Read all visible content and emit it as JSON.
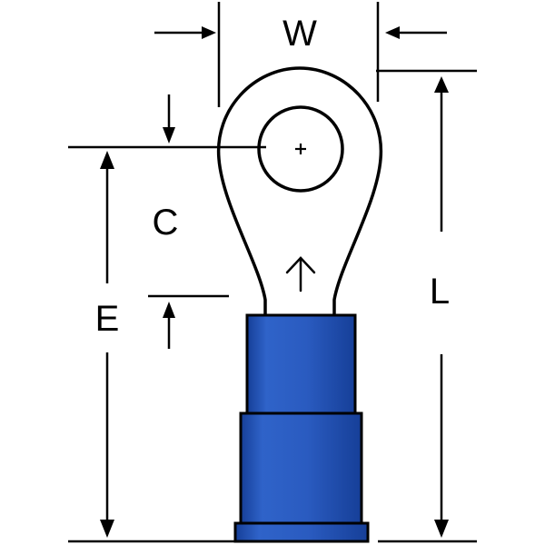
{
  "diagram": {
    "labels": {
      "w": "W",
      "c": "C",
      "e": "E",
      "l": "L"
    },
    "colors": {
      "line": "#000000",
      "insulation_light": "#2f63c9",
      "insulation_mid": "#1f4fb5",
      "insulation_dark": "#163f98",
      "background": "#ffffff"
    }
  }
}
